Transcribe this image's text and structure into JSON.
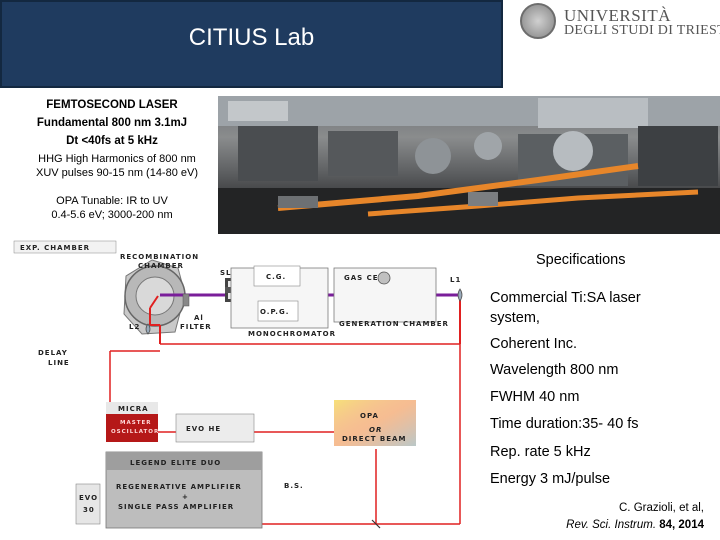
{
  "header": {
    "title": "CITIUS Lab"
  },
  "logo": {
    "line1": "UNIVERSITÀ",
    "line2": "DEGLI STUDI DI TRIESTE"
  },
  "laser": {
    "line1": "FEMTOSECOND LASER",
    "line2": "Fundamental 800 nm  3.1mJ",
    "line3": "Dt <40fs at 5 kHz"
  },
  "hhg": {
    "line1": "HHG High Harmonics of 800 nm",
    "line2": "XUV pulses 90-15 nm (14-80 eV)"
  },
  "opa": {
    "line1": "OPA Tunable:  IR to UV",
    "line2": "0.4-5.6 eV;  3000-200 nm"
  },
  "diagram": {
    "exp_chamber": "EXP. CHAMBER",
    "recombination_1": "RECOMBINATION",
    "recombination_2": "CHAMBER",
    "slits": "SLITS",
    "cg": "C.G.",
    "gas_cell": "GAS CELL",
    "l1": "L1",
    "opg": "O.P.G.",
    "al_filter_1": "Al",
    "al_filter_2": "FILTER",
    "l2": "L2",
    "generation_chamber": "GENERATION CHAMBER",
    "monochromator": "MONOCHROMATOR",
    "delay_1": "DELAY",
    "delay_2": "LINE",
    "micra": "MICRA",
    "master_1": "MASTER",
    "master_2": "OSCILLATOR",
    "evo_he": "EVO HE",
    "opa_box": "OPA",
    "opa_or": "OR",
    "direct_beam": "DIRECT BEAM",
    "legend_title": "LEGEND ELITE DUO",
    "regen": "REGENERATIVE AMPLIFIER",
    "plus": "+",
    "single_pass": "SINGLE PASS AMPLIFIER",
    "bs": "B.S.",
    "evo30_1": "EVO",
    "evo30_2": "30"
  },
  "specs": {
    "heading": "Specifications",
    "item1_l1": "Commercial Ti:SA laser",
    "item1_l2": "system,",
    "item2": "Coherent Inc.",
    "item3": "Wavelength 800 nm",
    "item4": "FWHM 40 nm",
    "item5": "Time duration:35- 40 fs",
    "item6": "Rep. rate 5 kHz",
    "item7": "Energy 3 mJ/pulse"
  },
  "citation": {
    "line1": "C. Grazioli, et al,",
    "journal": "Rev. Sci. Instrum.",
    "volume": "84, 2014"
  },
  "colors": {
    "title_bg": "#1f3b5f",
    "beam_red": "#e02020",
    "beam_purple": "#7a1e9a",
    "box_red": "#b51818",
    "box_orange": "#f39a33"
  }
}
